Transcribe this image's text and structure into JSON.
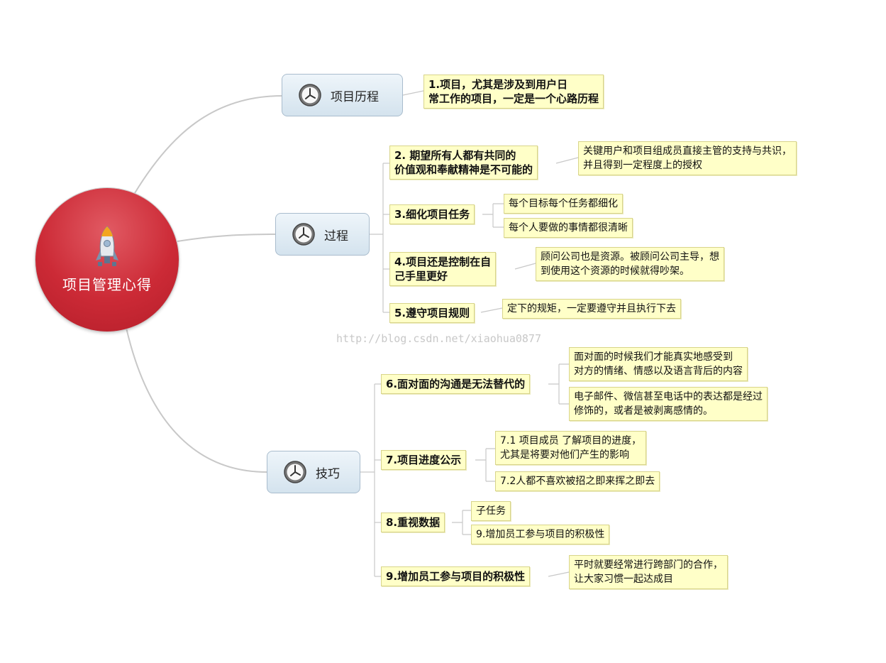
{
  "root": {
    "label": "项目管理心得",
    "icon": "rocket-icon"
  },
  "branches": [
    {
      "label": "项目历程",
      "icon": "clock-icon"
    },
    {
      "label": "过程",
      "icon": "clock-icon"
    },
    {
      "label": "技巧",
      "icon": "clock-icon"
    }
  ],
  "topics": {
    "t1": "1.项目，尤其是涉及到用户日\n常工作的项目，一定是一个心路历程",
    "t2": "2. 期望所有人都有共同的\n价值观和奉献精神是不可能的",
    "t2a": "关键用户和项目组成员直接主管的支持与共识，\n并且得到一定程度上的授权",
    "t3": "3.细化项目任务",
    "t3a": "每个目标每个任务都细化",
    "t3b": "每个人要做的事情都很清晰",
    "t4": "4.项目还是控制在自\n己手里更好",
    "t4a": "顾问公司也是资源。被顾问公司主导，想\n到使用这个资源的时候就得吵架。",
    "t5": "5.遵守项目规则",
    "t5a": "定下的规矩，一定要遵守并且执行下去",
    "t6": "6.面对面的沟通是无法替代的",
    "t6a": "面对面的时候我们才能真实地感受到\n对方的情绪、情感以及语言背后的内容",
    "t6b": "电子邮件、微信甚至电话中的表达都是经过\n修饰的，或者是被剥离感情的。",
    "t7": "7.项目进度公示",
    "t7a": "7.1 项目成员 了解项目的进度，\n尤其是将要对他们产生的影响",
    "t7b": "7.2人都不喜欢被招之即来挥之即去",
    "t8": "8.重视数据",
    "t8a": "子任务",
    "t8b": "9.增加员工参与项目的积极性",
    "t9": "9.增加员工参与项目的积极性",
    "t9a": "平时就要经常进行跨部门的合作，\n让大家习惯一起达成目"
  },
  "watermark": "http://blog.csdn.net/xiaohua0877",
  "colors": {
    "root": "#cc2a36",
    "topic_fill": "#ffffc8",
    "branch_fill": "#dce8f1",
    "connector": "#c8c8c8"
  }
}
